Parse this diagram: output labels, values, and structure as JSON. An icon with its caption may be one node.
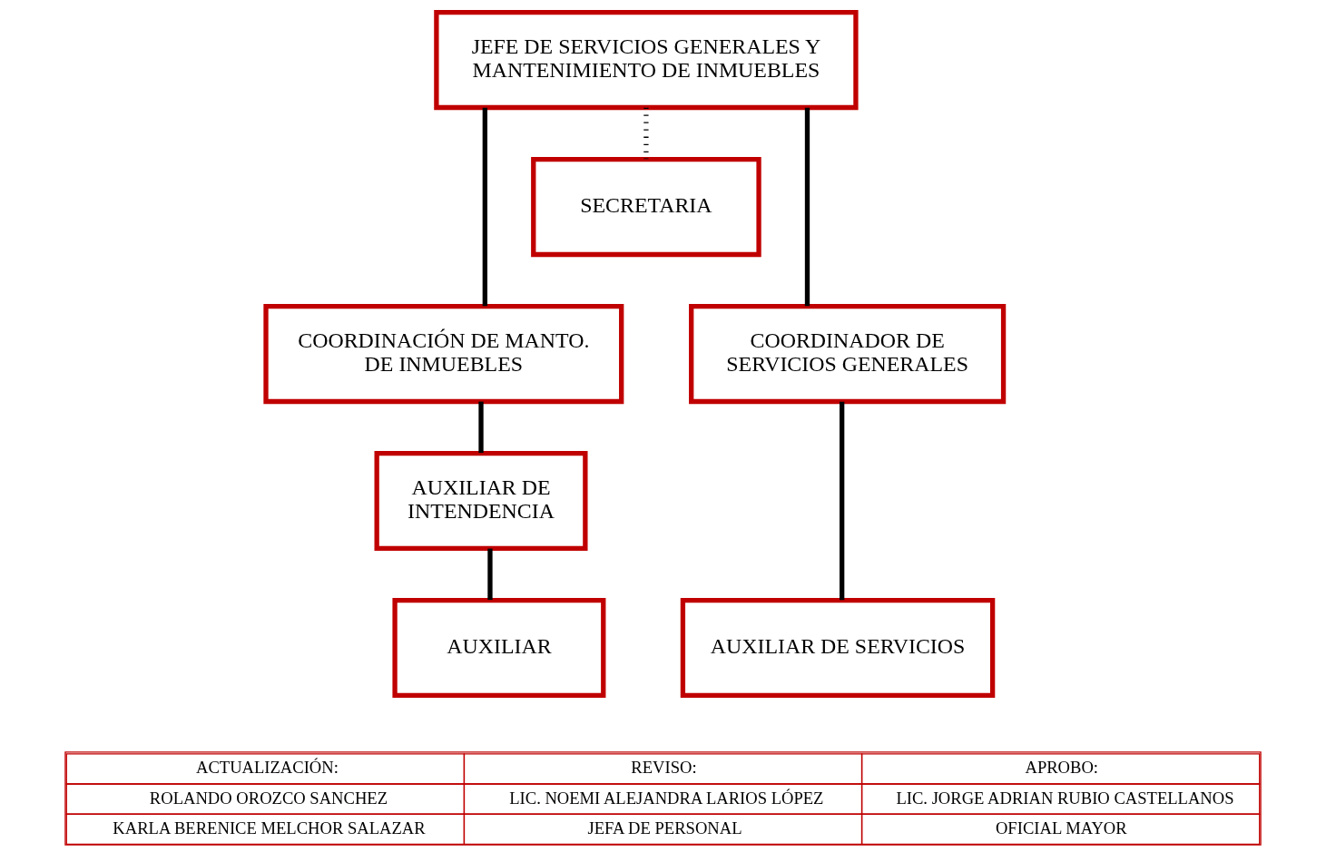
{
  "diagram": {
    "nodes": [
      {
        "text": [
          "JEFE DE SERVICIOS GENERALES Y MANTENIMIENTO DE INMUEBLES"
        ]
      },
      {
        "text": [
          "SECRETARIA"
        ]
      },
      {
        "text": [
          "COORDINACIÓN DE MANTO. DE INMUEBLES"
        ]
      },
      {
        "text": [
          "COORDINADOR DE SERVICIOS GENERALES"
        ]
      },
      {
        "text": [
          "AUXILIAR DE INTENDENCIA"
        ]
      },
      {
        "text": [
          "AUXILIAR DE SERVICIOS"
        ]
      },
      {
        "text": [
          "AUXILIAR"
        ]
      }
    ],
    "edges": [
      {
        "from": 0,
        "to": 1,
        "arrow": "none",
        "style": "dashed"
      },
      {
        "from": 0,
        "to": 2,
        "arrow": "none"
      },
      {
        "from": 0,
        "to": 3,
        "arrow": "none"
      },
      {
        "from": 2,
        "to": 4,
        "arrow": "none"
      },
      {
        "from": 3,
        "to": 5,
        "arrow": "none"
      },
      {
        "from": 4,
        "to": 6,
        "arrow": "none"
      }
    ],
    "labels": [
      "ACTUALIZACIÓN:",
      "REVISO:",
      "APROBO:",
      "ROLANDO OROZCO SANCHEZ",
      "LIC. NOEMI ALEJANDRA LARIOS LÓPEZ",
      "LIC. JORGE ADRIAN RUBIO CASTELLANOS",
      "KARLA BERENICE MELCHOR SALAZAR",
      "JEFA DE PERSONAL",
      "OFICIAL MAYOR"
    ]
  }
}
